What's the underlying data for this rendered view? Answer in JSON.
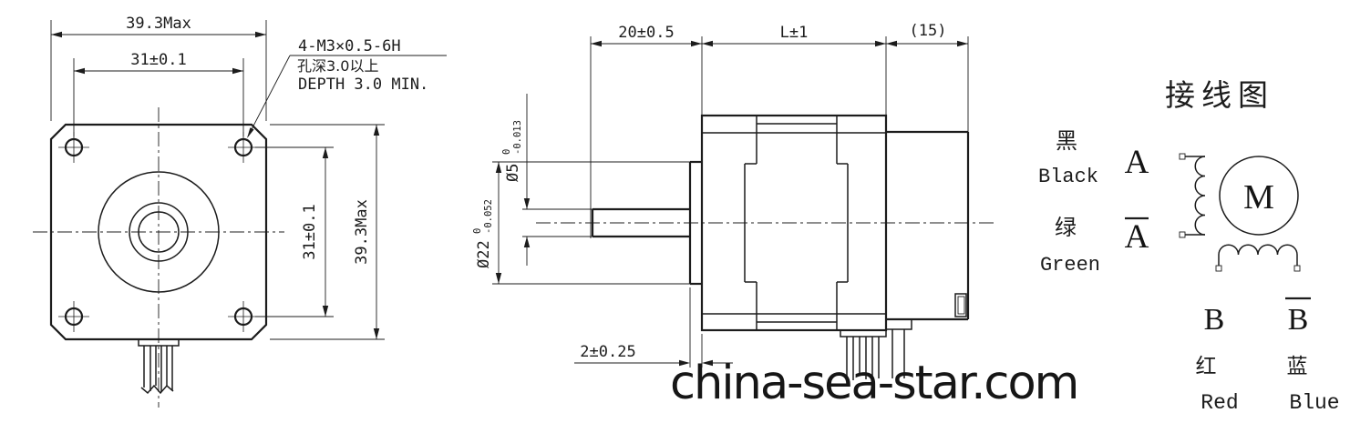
{
  "front_view": {
    "dim_width": "39.3Max",
    "dim_hole_pitch_h": "31±0.1",
    "callout": [
      "4-M3×0.5-6H",
      "孔深3.0以上",
      "DEPTH 3.0 MIN."
    ],
    "dim_hole_pitch_v": "31±0.1",
    "dim_height": "39.3Max"
  },
  "side_view": {
    "dim_shaft_ext": "20±0.5",
    "dim_body_length": "L±1",
    "dim_rear": "(15)",
    "shaft_dia": {
      "base": "Ø5",
      "tol_upper": "0",
      "tol_lower": "-0.013"
    },
    "pilot_dia": {
      "base": "Ø22",
      "tol_upper": "0",
      "tol_lower": "-0.052"
    },
    "dim_pilot_depth": "2±0.25"
  },
  "wiring": {
    "title": "接线图",
    "motor_symbol": "M",
    "lead_a": {
      "cn": "黑",
      "en": "Black",
      "phase": "A"
    },
    "lead_a_bar": {
      "cn": "绿",
      "en": "Green",
      "phase": "A"
    },
    "lead_b": {
      "cn": "红",
      "en": "Red",
      "phase": "B"
    },
    "lead_b_bar": {
      "cn": "蓝",
      "en": "Blue",
      "phase": "B"
    }
  },
  "watermark": "china-sea-star.com",
  "colors": {
    "line": "#1c1c1c",
    "background": "#ffffff",
    "watermark": "#161616"
  }
}
